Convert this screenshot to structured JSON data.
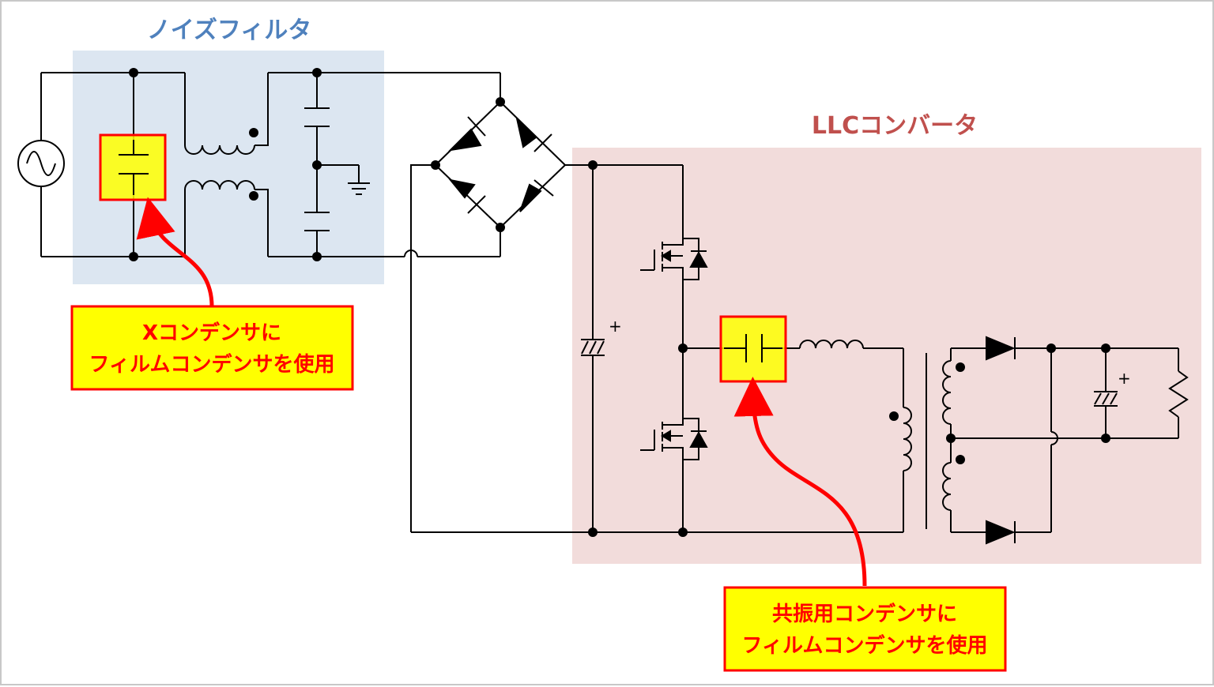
{
  "sections": {
    "noise_filter": {
      "label": "ノイズフィルタ",
      "color": "#4f81bd",
      "fill": "#dce6f1"
    },
    "llc": {
      "label": "LLCコンバータ",
      "color": "#c0504d",
      "fill": "#f2dcdb"
    }
  },
  "callouts": {
    "x_cap": {
      "line1": "Xコンデンサに",
      "line2": "フィルムコンデンサを使用"
    },
    "resonant": {
      "line1": "共振用コンデンサに",
      "line2": "フィルムコンデンサを使用"
    }
  },
  "polarity_marks": {
    "plus_1": "+",
    "plus_2": "+"
  },
  "colors": {
    "wire": "#000000",
    "highlight": "#ffff00",
    "highlight_border": "#ff0000",
    "arrow": "#ff0000",
    "callout_fill": "#ffff00",
    "callout_text": "#ff0000"
  }
}
